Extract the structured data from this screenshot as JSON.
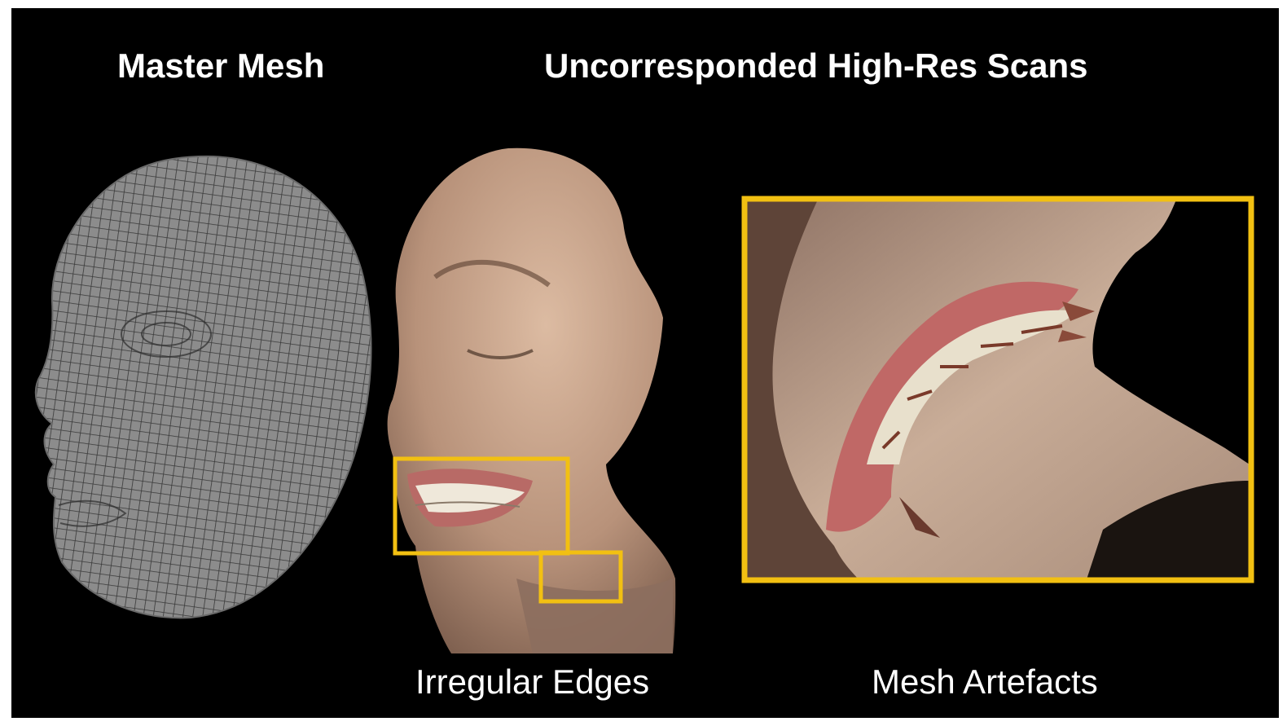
{
  "headings": {
    "master_mesh": "Master Mesh",
    "uncorresponded_scans": "Uncorresponded High-Res Scans"
  },
  "captions": {
    "irregular_edges": "Irregular Edges",
    "mesh_artefacts": "Mesh Artefacts"
  },
  "colors": {
    "background": "#000000",
    "text": "#ffffff",
    "highlight_box": "#f2c012",
    "mesh_fill": "#8a8a8a",
    "mesh_lines": "#3a3a3a",
    "skin": "#c9a48a",
    "lips": "#c06a68",
    "teeth": "#e8e2d2"
  },
  "figures": [
    {
      "id": "master-mesh",
      "kind": "wireframe-face"
    },
    {
      "id": "scan-face",
      "kind": "textured-face-scan"
    },
    {
      "id": "artefact-closeup",
      "kind": "zoomed-scan-mouth"
    }
  ]
}
